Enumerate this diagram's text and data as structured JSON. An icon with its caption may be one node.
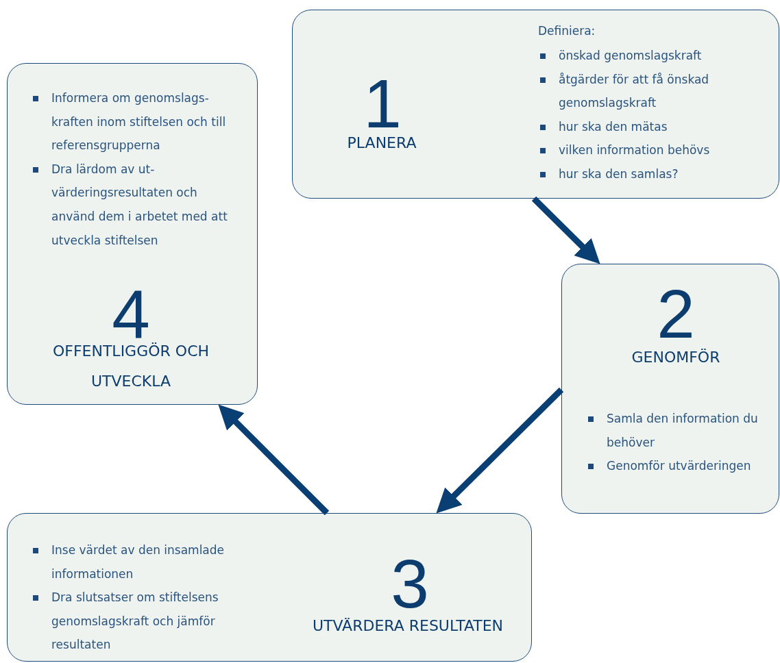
{
  "diagram": {
    "nodes": [
      {
        "text": [
          "1",
          "PLANERA",
          "Definiera:",
          "önskad genomslagskraft",
          "åtgärder för att få önskad genomslagskraft",
          "hur ska den mätas",
          "vilken information behövs",
          "hur ska den samlas?"
        ]
      },
      {
        "text": [
          "2",
          "GENOMFÖR",
          "Samla den information du behöver",
          "Genomför utvärderingen"
        ]
      },
      {
        "text": [
          "3",
          "UTVÄRDERA RESULTATEN",
          "Inse värdet av den insamlade informationen",
          "Dra slutsatser om stiftelsens genomslagskraft och jämför resultaten"
        ]
      },
      {
        "text": [
          "Informera om genomslags- kraften inom stiftelsen och till referensgrupperna",
          "Dra lärdom av ut- värderingsresultaten och använd dem i arbetet med att utveckla stiftelsen",
          "4",
          "OFFENTLIGGÖR OCH UTVECKLA"
        ]
      }
    ],
    "edges": [
      {
        "from": 0,
        "to": 1,
        "arrow": "to"
      },
      {
        "from": 1,
        "to": 2,
        "arrow": "to"
      },
      {
        "from": 2,
        "to": 3,
        "arrow": "to"
      }
    ]
  }
}
